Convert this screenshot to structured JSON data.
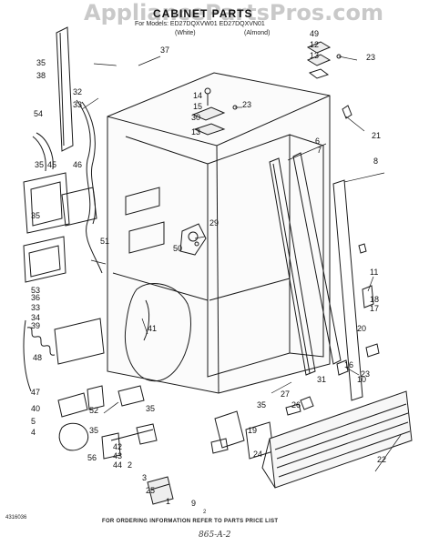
{
  "watermark": "AppliancePartsPros.com",
  "title": "CABINET PARTS",
  "subtitle": {
    "models": "For Models: ED27DQXVW01 ED27DQXVN01",
    "white": "(White)",
    "almond": "(Almond)"
  },
  "footer": "FOR ORDERING INFORMATION REFER TO PARTS PRICE LIST",
  "document_number": "4316036",
  "page_number": "2",
  "handwritten_note": "865-A-2",
  "callouts": [
    "35",
    "38",
    "54",
    "35",
    "45",
    "46",
    "35",
    "53",
    "36",
    "33",
    "34",
    "39",
    "48",
    "47",
    "40",
    "5",
    "4",
    "52",
    "35",
    "56",
    "44",
    "42",
    "43",
    "2",
    "3",
    "25",
    "1",
    "35",
    "37",
    "32",
    "33",
    "51",
    "49",
    "12",
    "13",
    "23",
    "14",
    "15",
    "30",
    "13",
    "23",
    "21",
    "6",
    "7",
    "8",
    "29",
    "41",
    "50",
    "11",
    "18",
    "17",
    "20",
    "16",
    "23",
    "10",
    "31",
    "27",
    "26",
    "35",
    "24",
    "19",
    "9",
    "22"
  ],
  "colors": {
    "line": "#1a1a1a",
    "watermark": "#c9c9c9",
    "paper": "#ffffff"
  }
}
